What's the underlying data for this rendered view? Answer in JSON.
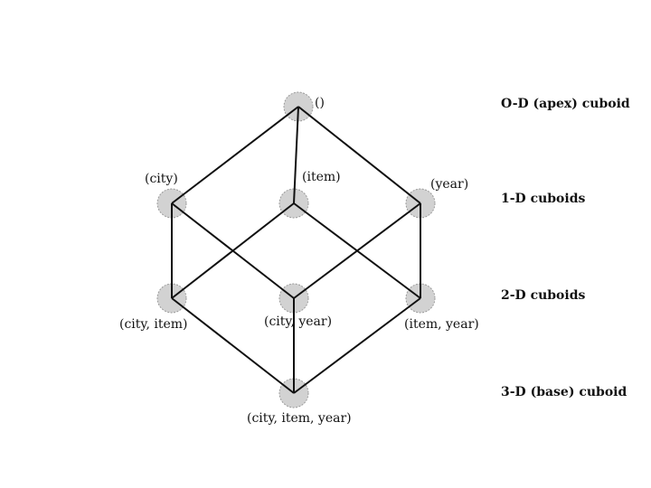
{
  "diagram": {
    "nodes": [
      {
        "id": "apex",
        "label": "()"
      },
      {
        "id": "city",
        "label": "(city)"
      },
      {
        "id": "item",
        "label": "(item)"
      },
      {
        "id": "year",
        "label": "(year)"
      },
      {
        "id": "city_item",
        "label": "(city, item)"
      },
      {
        "id": "city_year",
        "label": "(city, year)"
      },
      {
        "id": "item_year",
        "label": "(item, year)"
      },
      {
        "id": "base",
        "label": "(city, item, year)"
      }
    ],
    "edges": [
      [
        "apex",
        "city"
      ],
      [
        "apex",
        "item"
      ],
      [
        "apex",
        "year"
      ],
      [
        "city",
        "city_item"
      ],
      [
        "city",
        "city_year"
      ],
      [
        "item",
        "city_item"
      ],
      [
        "item",
        "item_year"
      ],
      [
        "year",
        "city_year"
      ],
      [
        "year",
        "item_year"
      ],
      [
        "city_item",
        "base"
      ],
      [
        "city_year",
        "base"
      ],
      [
        "item_year",
        "base"
      ]
    ],
    "levels": [
      {
        "id": "level0",
        "label": "O-D (apex) cuboid"
      },
      {
        "id": "level1",
        "label": "1-D cuboids"
      },
      {
        "id": "level2",
        "label": "2-D cuboids"
      },
      {
        "id": "level3",
        "label": "3-D  (base) cuboid"
      }
    ]
  }
}
